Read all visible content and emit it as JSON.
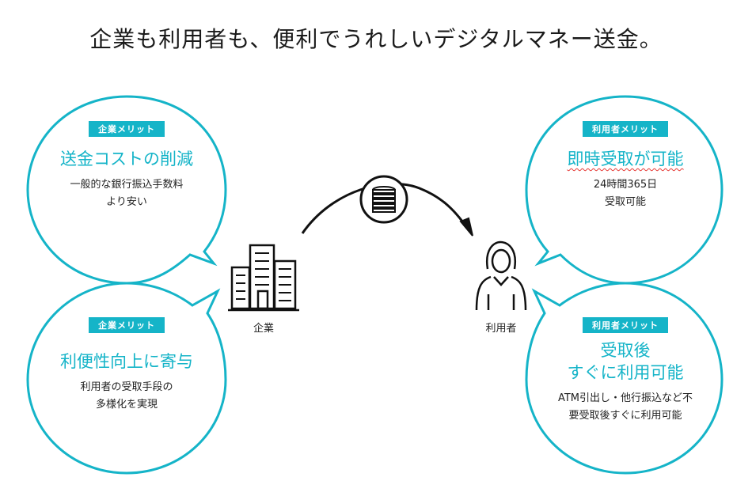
{
  "title": "企業も利用者も、便利でうれしいデジタルマネー送金。",
  "colors": {
    "accent": "#15b4c8",
    "text": "#222222"
  },
  "company": {
    "label": "企業",
    "benefits": [
      {
        "badge": "企業メリット",
        "heading": "送金コストの削減",
        "desc_lines": [
          "一般的な銀行振込手数料",
          "より安い"
        ]
      },
      {
        "badge": "企業メリット",
        "heading": "利便性向上に寄与",
        "desc_lines": [
          "利用者の受取手段の",
          "多様化を実現"
        ]
      }
    ]
  },
  "user": {
    "label": "利用者",
    "benefits": [
      {
        "badge": "利用者メリット",
        "heading": "即時受取が可能",
        "desc_lines": [
          "24時間365日",
          "受取可能"
        ]
      },
      {
        "badge": "利用者メリット",
        "heading_lines": [
          "受取後",
          "すぐに利用可能"
        ],
        "desc_lines": [
          "ATM引出し・他行振込など不",
          "要受取後すぐに利用可能"
        ]
      }
    ]
  },
  "icons": {
    "company": "buildings-icon",
    "user": "person-icon",
    "transfer": "coins-icon",
    "flow": "curved-arrow-icon"
  }
}
